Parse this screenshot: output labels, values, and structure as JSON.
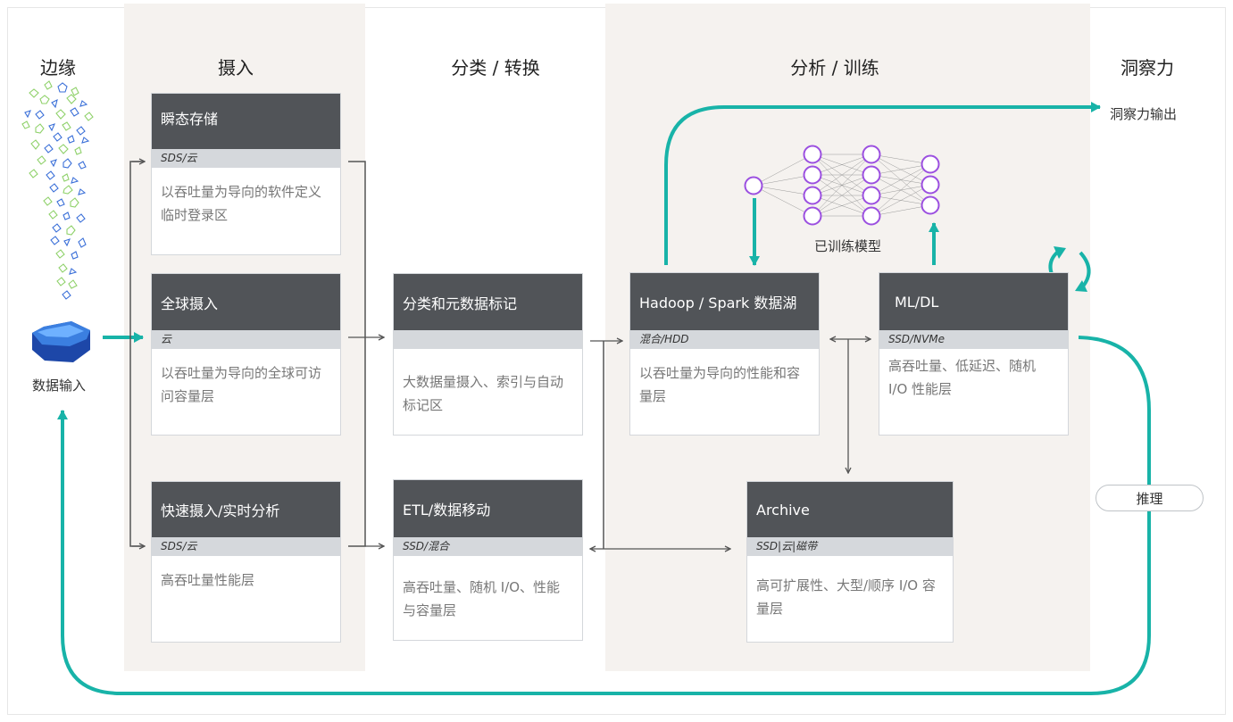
{
  "colors": {
    "teal": "#18b3a8",
    "card_header": "#515458",
    "card_sub": "#d5d8dc",
    "band": "#f5f2ef",
    "arrow_dark": "#555555",
    "node_purple": "#9b4fe0"
  },
  "columns": {
    "edge": "边缘",
    "ingest": "摄入",
    "classify": "分类 / 转换",
    "analyze": "分析 / 训练",
    "insight": "洞察力"
  },
  "edge": {
    "data_input": "数据输入"
  },
  "insight_output": "洞察力输出",
  "trained_model": "已训练模型",
  "inference": "推理",
  "cards": {
    "transient": {
      "title": "瞬态存储",
      "sub": "SDS/云",
      "body": "以吞吐量为导向的软件定义临时登录区"
    },
    "global": {
      "title": "全球摄入",
      "sub": "云",
      "body": "以吞吐量为导向的全球可访问容量层"
    },
    "fast": {
      "title": "快速摄入/实时分析",
      "sub": "SDS/云",
      "body": "高吞吐量性能层"
    },
    "classify": {
      "title": "分类和元数据标记",
      "sub": "",
      "body": "大数据量摄入、索引与自动标记区"
    },
    "etl": {
      "title": "ETL/数据移动",
      "sub": "SSD/混合",
      "body": "高吞吐量、随机 I/O、性能与容量层"
    },
    "hadoop": {
      "title": "Hadoop / Spark 数据湖",
      "sub": "混合/HDD",
      "body": "以吞吐量为导向的性能和容量层"
    },
    "mldl": {
      "title": "ML/DL",
      "sub": "SSD/NVMe",
      "body": "高吞吐量、低延迟、随机 I/O 性能层"
    },
    "archive": {
      "title": "Archive",
      "sub": "SSD|云|磁带",
      "body": "高可扩展性、大型/顺序 I/O 容量层"
    }
  }
}
